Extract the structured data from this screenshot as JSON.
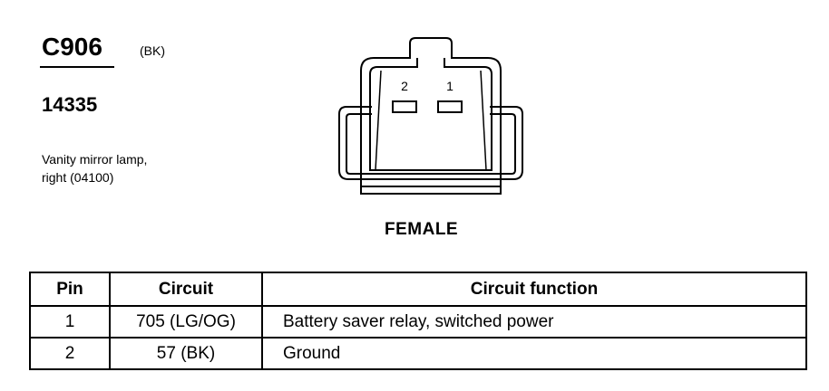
{
  "connector": {
    "id": "C906",
    "color": "(BK)",
    "part_number": "14335",
    "description_line1": "Vanity mirror lamp,",
    "description_line2": "right (04100)",
    "gender": "FEMALE",
    "cavity_labels": [
      "2",
      "1"
    ]
  },
  "pin_table": {
    "headers": {
      "pin": "Pin",
      "circuit": "Circuit",
      "function": "Circuit function"
    },
    "rows": [
      {
        "pin": "1",
        "circuit": "705 (LG/OG)",
        "function": "Battery saver relay, switched power"
      },
      {
        "pin": "2",
        "circuit": "57 (BK)",
        "function": "Ground"
      }
    ]
  }
}
